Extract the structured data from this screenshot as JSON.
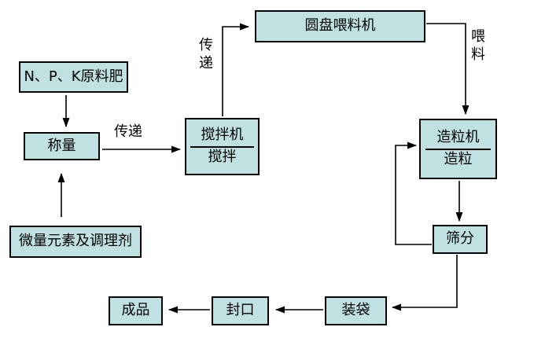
{
  "diagram": {
    "type": "flowchart",
    "background": "#ffffff",
    "node_fill": "#bfe1e2",
    "node_border": "#000000",
    "line_color": "#000000",
    "nodes": {
      "npk": "N、P、K原料肥",
      "weighing": "称量",
      "mixer_line1": "搅拌机",
      "mixer_line2": "搅拌",
      "disc_feeder": "圆盘喂料机",
      "granulator_line1": "造粒机",
      "granulator_line2": "造粒",
      "screening": "筛分",
      "trace_elements": "微量元素及调理剂",
      "bagging": "装袋",
      "sealing": "封口",
      "finished_product": "成品"
    },
    "edge_labels": {
      "transfer_1": "传递",
      "transfer_2": "传递",
      "feeding": "喂料"
    },
    "edges": [
      {
        "from": "npk",
        "to": "weighing",
        "label": ""
      },
      {
        "from": "trace_elements",
        "to": "weighing",
        "label": ""
      },
      {
        "from": "weighing",
        "to": "mixer",
        "label": "传递"
      },
      {
        "from": "mixer",
        "to": "disc_feeder",
        "label": "传递"
      },
      {
        "from": "disc_feeder",
        "to": "granulator",
        "label": "喂料"
      },
      {
        "from": "granulator",
        "to": "screening",
        "label": ""
      },
      {
        "from": "screening",
        "to": "granulator",
        "label": ""
      },
      {
        "from": "screening",
        "to": "bagging",
        "label": ""
      },
      {
        "from": "bagging",
        "to": "sealing",
        "label": ""
      },
      {
        "from": "sealing",
        "to": "finished_product",
        "label": ""
      }
    ]
  }
}
